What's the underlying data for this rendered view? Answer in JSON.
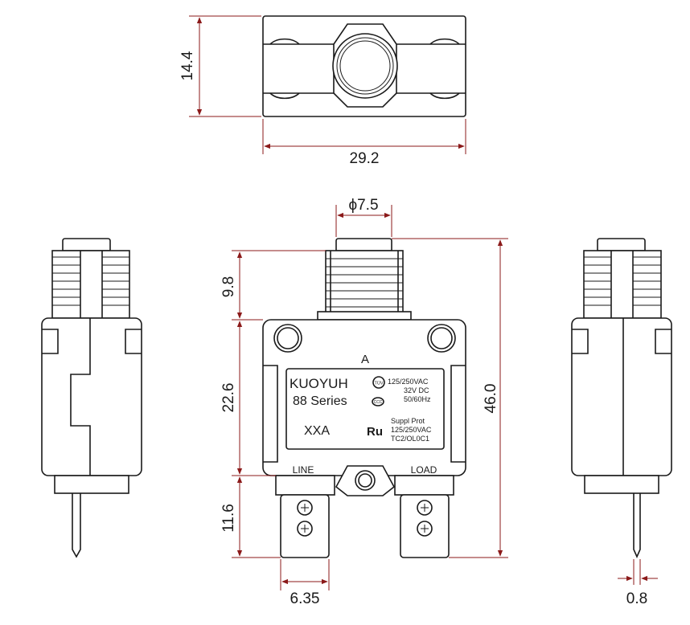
{
  "dimensions": {
    "height_top": "14.4",
    "width_top": "29.2",
    "button_diameter": "ϕ7.5",
    "button_height": "9.8",
    "body_height": "22.6",
    "terminal_height": "11.6",
    "total_height": "46.0",
    "terminal_width": "6.35",
    "pin_thickness": "0.8"
  },
  "label": {
    "reset_mark": "A",
    "brand": "KUOYUH",
    "series": "88 Series",
    "rating": "XXA",
    "spec_lines": [
      "125/250VAC",
      "32V DC",
      "50/60Hz"
    ],
    "suppl_lines": [
      "Suppl Prot",
      "125/250VAC",
      "TC2/OL0C1"
    ],
    "tuv_mark": "TÜV",
    "ccc_mark": "CCC",
    "ur_mark": "Ru"
  },
  "terminals": {
    "line": "LINE",
    "load": "LOAD"
  }
}
